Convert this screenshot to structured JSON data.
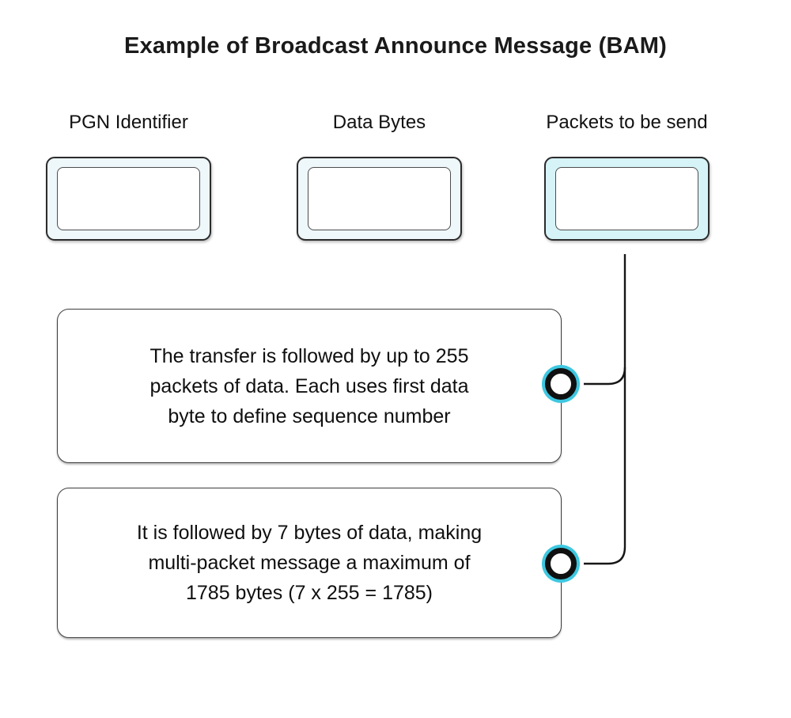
{
  "diagram": {
    "title": "Example of Broadcast Announce Message (BAM)",
    "columns": [
      {
        "label": "PGN Identifier",
        "fill": "#eef7f9",
        "highlighted": false
      },
      {
        "label": "Data Bytes",
        "fill": "#eef7f9",
        "highlighted": false
      },
      {
        "label": "Packets to be send",
        "fill": "#d6f3f8",
        "highlighted": true
      }
    ],
    "notes": [
      {
        "text": "The transfer is followed by up to 255\npackets of data. Each uses first data\nbyte to define sequence number"
      },
      {
        "text": "It is followed by 7 bytes of data, making\nmulti-packet message a maximum of\n1785 bytes (7 x 255 = 1785)"
      }
    ],
    "colors": {
      "accent_cyan": "#3ec7e0",
      "highlight_fill": "#d6f3f8",
      "slot_fill": "#eef7f9",
      "connector_line": "#161616",
      "text": "#111111"
    }
  }
}
